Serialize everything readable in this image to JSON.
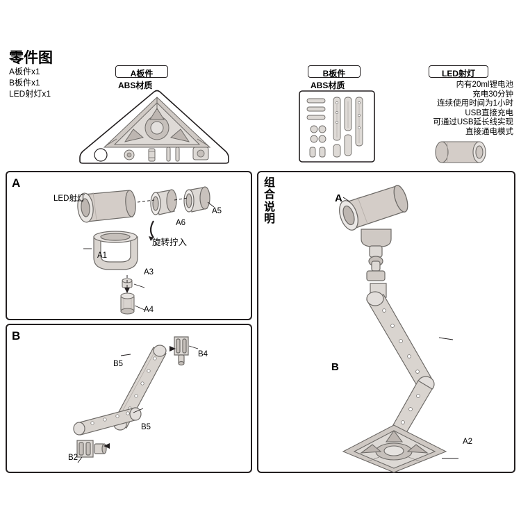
{
  "document": {
    "title": "零件图",
    "parts_list": [
      "A板件x1",
      "B板件x1",
      "LED射灯x1"
    ]
  },
  "sprue_a": {
    "label_top": "A板件",
    "label_bottom": "ABS材质"
  },
  "sprue_b": {
    "label_top": "B板件",
    "label_bottom": "ABS材质"
  },
  "led": {
    "label": "LED射灯",
    "specs": [
      "内有20ml锂电池",
      "充电30分钟",
      "连续使用时间为1小时",
      "USB直接充电",
      "可通过USB延长线实现",
      "直接通电模式"
    ]
  },
  "step_a": {
    "letter": "A",
    "callouts": [
      {
        "id": "led-name",
        "text": "LED射灯"
      },
      {
        "id": "a5",
        "text": "A5"
      },
      {
        "id": "a6",
        "text": "A6"
      },
      {
        "id": "a1",
        "text": "A1"
      },
      {
        "id": "a3",
        "text": "A3"
      },
      {
        "id": "a4",
        "text": "A4"
      }
    ],
    "note": "旋转拧入"
  },
  "step_b": {
    "letter": "B",
    "callouts": [
      {
        "id": "b4",
        "text": "B4"
      },
      {
        "id": "b5-upper",
        "text": "B5"
      },
      {
        "id": "b5-lower",
        "text": "B5"
      },
      {
        "id": "b2",
        "text": "B2"
      }
    ]
  },
  "assembly": {
    "title": "组合说明",
    "callouts": [
      {
        "id": "a",
        "text": "A"
      },
      {
        "id": "b",
        "text": "B"
      },
      {
        "id": "a2",
        "text": "A2"
      }
    ]
  },
  "colors": {
    "ink": "#231f20",
    "part_fill": "#d9d4cf",
    "part_fill_dark": "#b9b2ad",
    "part_stroke": "#6d6a67",
    "led_body": "#cfc8c3"
  }
}
